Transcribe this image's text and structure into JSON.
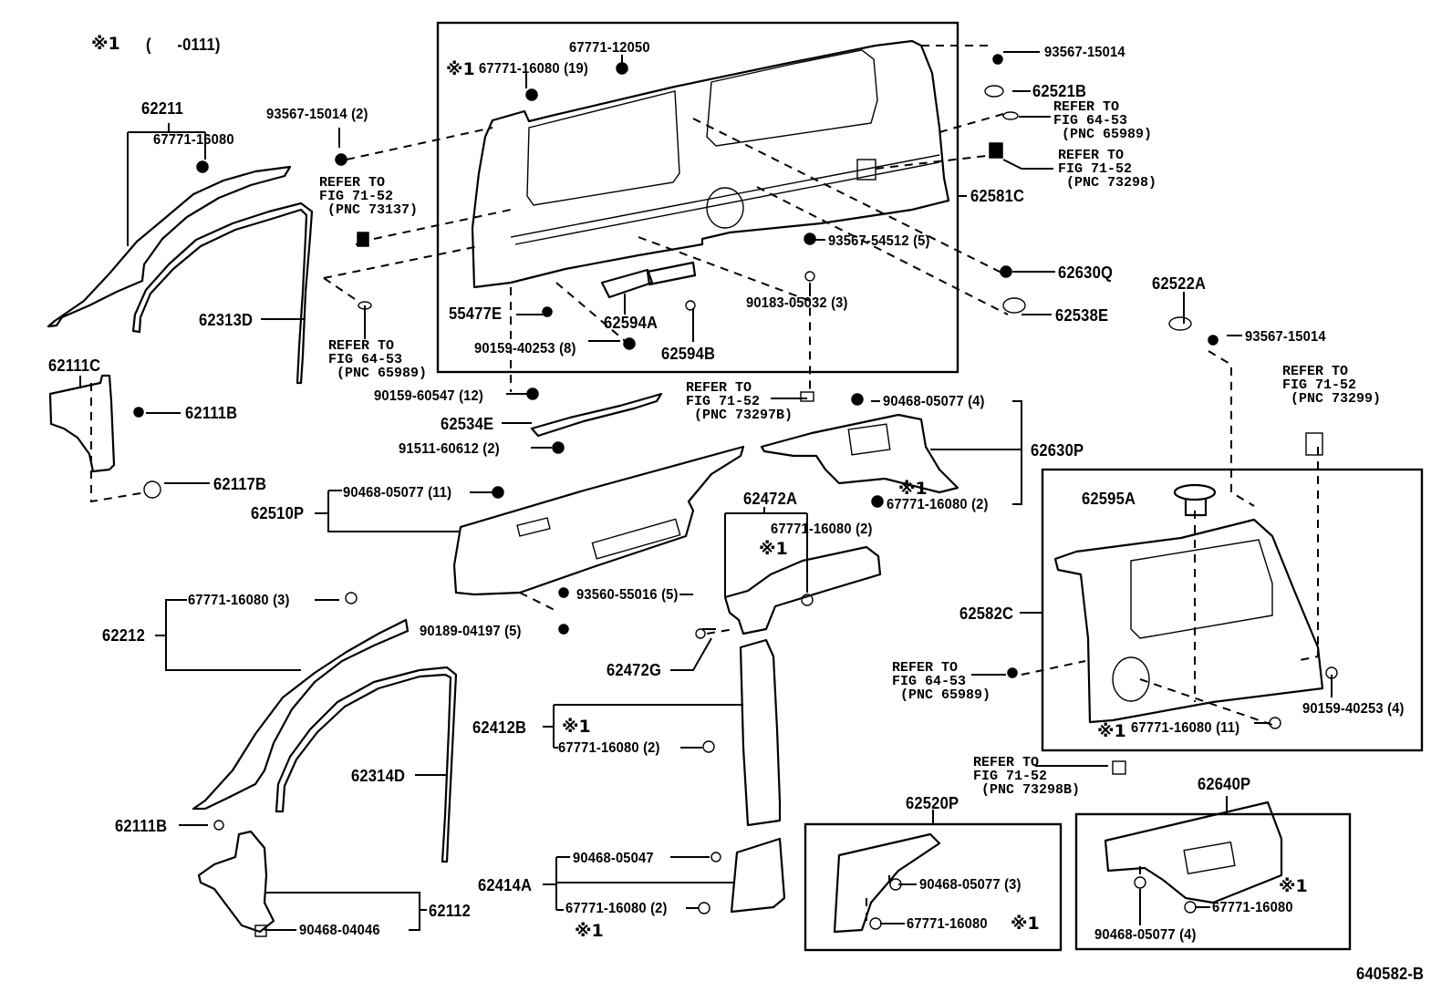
{
  "header": {
    "note_symbol": "※1",
    "note_range": "(      -0111)"
  },
  "figure_id": "640582-B",
  "parts": {
    "p62211": "62211",
    "p67771_16080_a": "67771-16080",
    "p93567_15014_2": "93567-15014 (2)",
    "p62313D": "62313D",
    "p62111C": "62111C",
    "p62111B_a": "62111B",
    "p62117B": "62117B",
    "p67771_12050": "67771-12050",
    "p67771_16080_19": "67771-16080 (19)",
    "p93567_15014_a": "93567-15014",
    "p62521B": "62521B",
    "p62581C": "62581C",
    "p93567_54512": "93567-54512 (5)",
    "p62630Q": "62630Q",
    "p62538E": "62538E",
    "p90183_05032": "90183-05032 (3)",
    "p55477E": "55477E",
    "p62594A": "62594A",
    "p90159_40253_8": "90159-40253 (8)",
    "p62594B": "62594B",
    "p62522A": "62522A",
    "p93567_15014_b": "93567-15014",
    "p90159_60547": "90159-60547 (12)",
    "p62534E": "62534E",
    "p91511_60612": "91511-60612 (2)",
    "p90468_05077_4a": "90468-05077 (4)",
    "p62630P": "62630P",
    "p67771_16080_2a": "67771-16080 (2)",
    "p62510P": "62510P",
    "p90468_05077_11": "90468-05077 (11)",
    "p93560_55016": "93560-55016 (5)",
    "p90189_04197": "90189-04197 (5)",
    "p62472A": "62472A",
    "p67771_16080_2b": "67771-16080 (2)",
    "p62472G": "62472G",
    "p62212": "62212",
    "p67771_16080_3": "67771-16080 (3)",
    "p62595A": "62595A",
    "p62582C": "62582C",
    "p90159_40253_4": "90159-40253 (4)",
    "p67771_16080_11": "67771-16080 (11)",
    "p62412B": "62412B",
    "p67771_16080_2c": "67771-16080 (2)",
    "p62314D": "62314D",
    "p62111B_b": "62111B",
    "p62112": "62112",
    "p90468_04046": "90468-04046",
    "p62414A": "62414A",
    "p90468_05047": "90468-05047",
    "p67771_16080_2d": "67771-16080 (2)",
    "p62520P": "62520P",
    "p90468_05077_3": "90468-05077 (3)",
    "p67771_16080_b": "67771-16080",
    "p62640P": "62640P",
    "p67771_16080_c": "67771-16080",
    "p90468_05077_4b": "90468-05077 (4)"
  },
  "references": {
    "r73137": "REFER TO\nFIG 71-52\n (PNC 73137)",
    "r65989_a": "REFER TO\nFIG 64-53\n (PNC 65989)",
    "r65989_b": "REFER TO\nFIG 64-53\n (PNC 65989)",
    "r73298": "REFER TO\nFIG 71-52\n (PNC 73298)",
    "r73297B": "REFER TO\nFIG 71-52\n (PNC 73297B)",
    "r73299": "REFER TO\nFIG 71-52\n (PNC 73299)",
    "r65989_c": "REFER TO\nFIG 64-53\n (PNC 65989)",
    "r73298B": "REFER TO\nFIG 71-52\n (PNC 73298B)"
  },
  "marks": {
    "m1": "※1",
    "m2": "※1",
    "m3": "※1",
    "m4": "※1",
    "m5": "※1",
    "m6": "※1",
    "m7": "※1",
    "m8": "※1",
    "m9": "※1"
  }
}
